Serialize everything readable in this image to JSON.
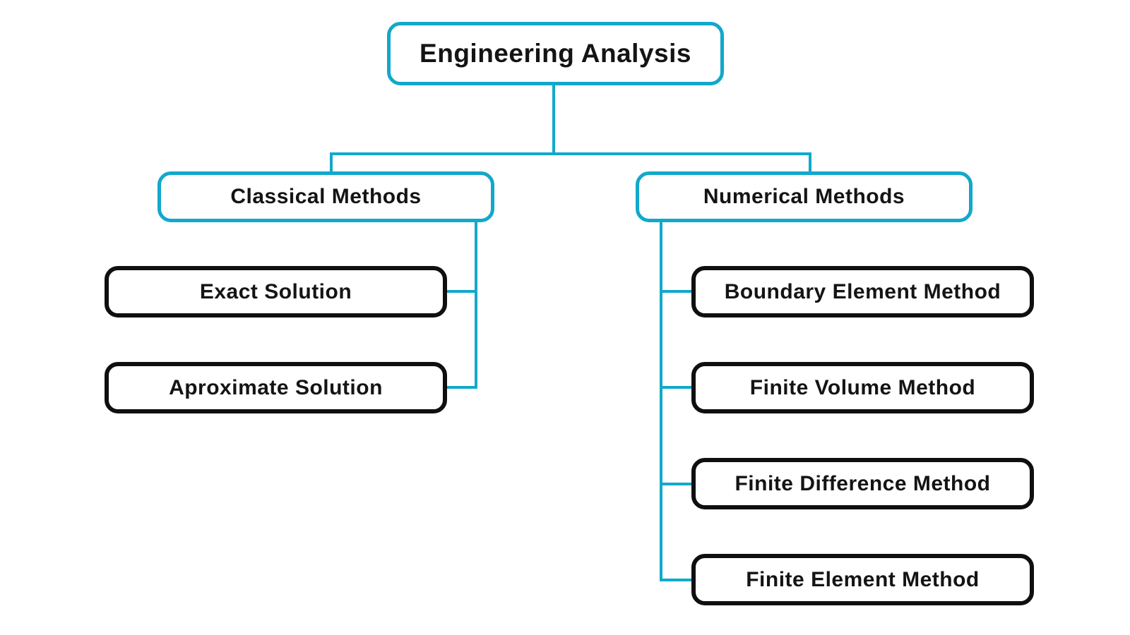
{
  "diagram": {
    "type": "tree",
    "background": "#ffffff",
    "accent_color": "#12a8cb",
    "outline_color": "#0f0f0f",
    "text_color": "#141414",
    "root": {
      "label": "Engineering Analysis"
    },
    "branches": [
      {
        "label": "Classical Methods",
        "children": [
          {
            "label": "Exact Solution"
          },
          {
            "label": "Aproximate Solution"
          }
        ]
      },
      {
        "label": "Numerical Methods",
        "children": [
          {
            "label": "Boundary Element Method"
          },
          {
            "label": "Finite Volume Method"
          },
          {
            "label": "Finite Difference Method"
          },
          {
            "label": "Finite Element Method"
          }
        ]
      }
    ]
  }
}
